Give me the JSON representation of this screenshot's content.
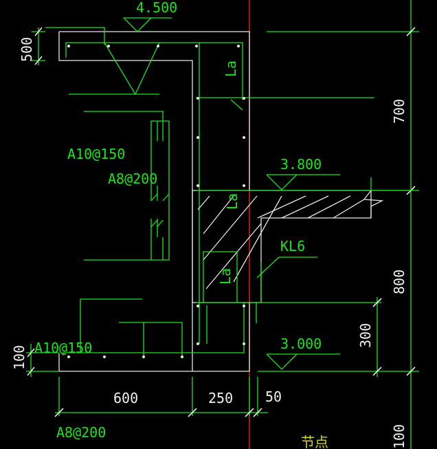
{
  "elevations": {
    "top": "4.500",
    "slab": "3.800",
    "bottom": "3.000"
  },
  "dims": {
    "top_thickness": "500",
    "bottom_thickness": "100",
    "bottom_width": "600",
    "wall_width": "250",
    "offset": "50",
    "upper_height": "700",
    "lower_height": "800",
    "step_height": "300",
    "partial_right": "100"
  },
  "rebar": {
    "upper_a": "A10@150",
    "upper_b": "A8@200",
    "lower_a": "A10@150",
    "lower_b": "A8@200"
  },
  "anchorage": "La",
  "beam": "KL6",
  "caption": "节点",
  "colors": {
    "background": "#000000",
    "green": "#19e619",
    "white": "#e8e8e8",
    "red": "#ff2020",
    "yellow": "#d6d61e"
  }
}
